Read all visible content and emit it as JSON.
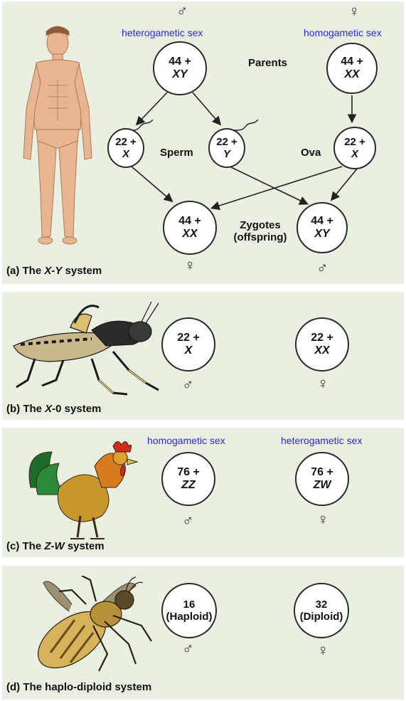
{
  "panels": {
    "a": {
      "title_pre": "(a) The ",
      "title_em": "X-Y",
      "title_post": " system",
      "male_symbol": "♂",
      "female_symbol": "♀",
      "hetero_label": "heterogametic sex",
      "homo_label": "homogametic sex",
      "parents_label": "Parents",
      "sperm_label": "Sperm",
      "ova_label": "Ova",
      "zygotes_label_1": "Zygotes",
      "zygotes_label_2": "(offspring)",
      "father": {
        "n": "44 +",
        "chr": "XY"
      },
      "mother": {
        "n": "44 +",
        "chr": "XX"
      },
      "sperm_x": {
        "n": "22 +",
        "chr": "X"
      },
      "sperm_y": {
        "n": "22 +",
        "chr": "Y"
      },
      "ovum": {
        "n": "22 +",
        "chr": "X"
      },
      "zygote_f": {
        "n": "44 +",
        "chr": "XX"
      },
      "zygote_m": {
        "n": "44 +",
        "chr": "XY"
      },
      "offspring_female_symbol": "♀",
      "offspring_male_symbol": "♂"
    },
    "b": {
      "title_pre": "(b) The ",
      "title_em": "X",
      "title_post": "-0 system",
      "male": {
        "n": "22 +",
        "chr": "X"
      },
      "female": {
        "n": "22 +",
        "chr": "XX"
      },
      "male_symbol": "♂",
      "female_symbol": "♀"
    },
    "c": {
      "title_pre": "(c) The ",
      "title_em": "Z-W",
      "title_post": " system",
      "homo_label": "homogametic sex",
      "hetero_label": "heterogametic sex",
      "male": {
        "n": "76 +",
        "chr": "ZZ"
      },
      "female": {
        "n": "76 +",
        "chr": "ZW"
      },
      "male_symbol": "♂",
      "female_symbol": "♀"
    },
    "d": {
      "title": "(d) The haplo-diploid system",
      "male": {
        "n": "16",
        "chr": "(Haploid)"
      },
      "female": {
        "n": "32",
        "chr": "(Diploid)"
      },
      "male_symbol": "♂",
      "female_symbol": "♀"
    }
  },
  "colors": {
    "panel_bg": "#e9efe1",
    "label_blue": "#2b2bd6"
  },
  "icons": [
    "human-male-illustration",
    "grasshopper-illustration",
    "rooster-illustration",
    "honeybee-illustration"
  ]
}
